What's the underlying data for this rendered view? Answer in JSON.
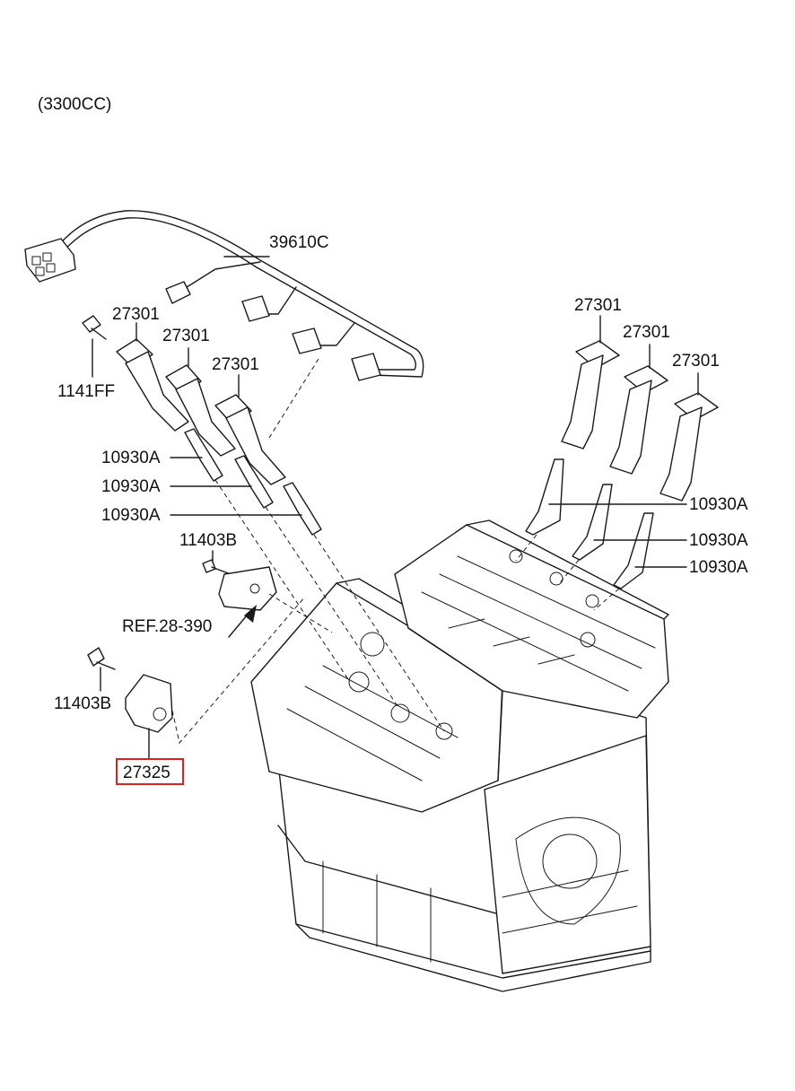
{
  "diagram": {
    "engine_caption": "(3300CC)",
    "parts": {
      "harness": "39610C",
      "coil_left_1": "27301",
      "coil_left_2": "27301",
      "coil_left_3": "27301",
      "coil_right_1": "27301",
      "coil_right_2": "27301",
      "coil_right_3": "27301",
      "bolt_coil": "1141FF",
      "plug_left_1": "10930A",
      "plug_left_2": "10930A",
      "plug_left_3": "10930A",
      "plug_right_1": "10930A",
      "plug_right_2": "10930A",
      "plug_right_3": "10930A",
      "bolt_bracket": "11403B",
      "bolt_sensor": "11403B",
      "ref_bracket": "REF.28-390",
      "knock_sensor": "27325"
    },
    "highlight_color": "#e0201c",
    "line_color": "#1a1a1a"
  }
}
